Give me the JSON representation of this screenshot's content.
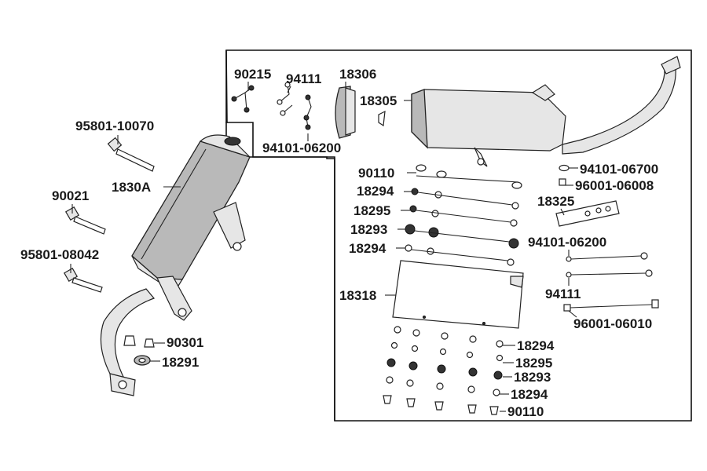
{
  "left_labels": {
    "bolt_top": "95801-10070",
    "muffler": "1830A",
    "bolt_mid": "90021",
    "bolt_low": "95801-08042",
    "nut": "90301",
    "gasket": "18291"
  },
  "box_labels": {
    "a": "90215",
    "b": "94111",
    "c": "18306",
    "d": "18305",
    "e": "94101-06200",
    "f": "90110",
    "g": "18294",
    "h": "18295",
    "i": "18293",
    "j": "18294",
    "k": "18318",
    "l": "94101-06700",
    "m": "96001-06008",
    "n": "18325",
    "o": "94101-06200",
    "p": "94111",
    "q": "96001-06010",
    "r": "18294",
    "s": "18295",
    "t": "18293",
    "u": "18294",
    "v": "90110"
  }
}
